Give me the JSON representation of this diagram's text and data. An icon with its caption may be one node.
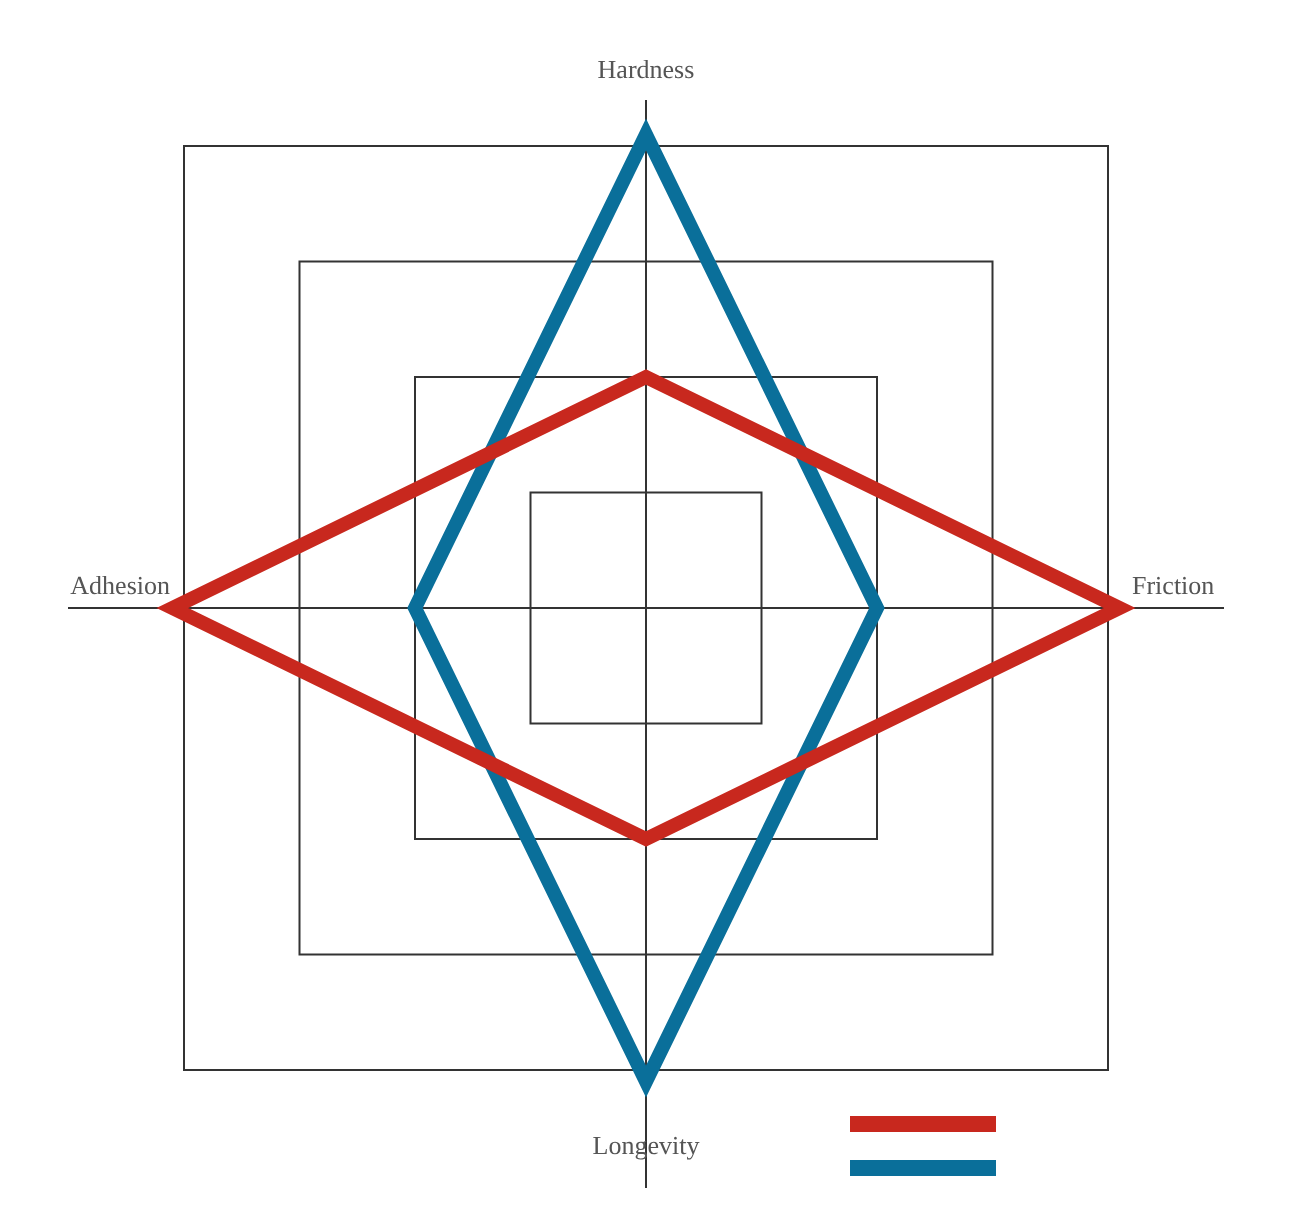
{
  "diagram": {
    "labels": [
      "Hardness",
      "Adhesion",
      "Friction",
      "Longevity"
    ]
  }
}
